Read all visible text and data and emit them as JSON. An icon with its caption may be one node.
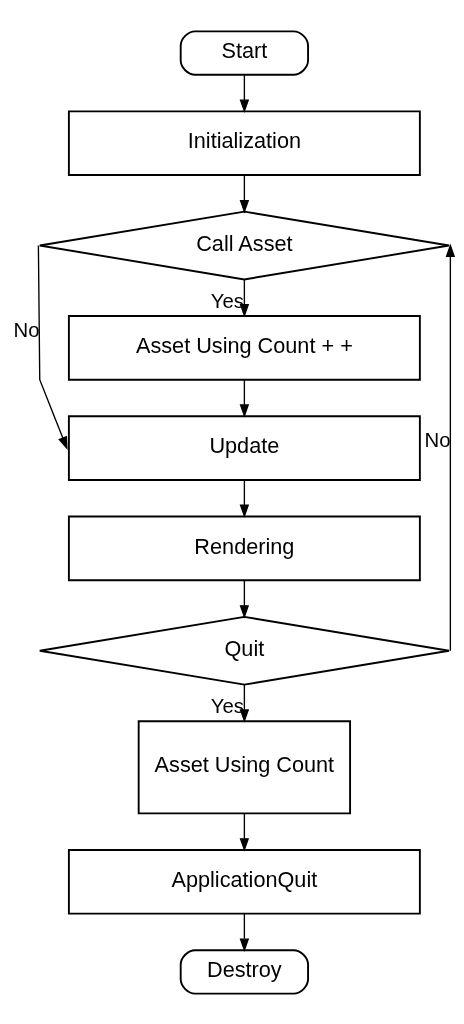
{
  "diagram": {
    "nodes": [
      {
        "text": [
          "Start"
        ]
      },
      {
        "text": [
          "Initialization"
        ]
      },
      {
        "text": [
          "Call Asset"
        ]
      },
      {
        "text": [
          "Asset Using Count + +"
        ]
      },
      {
        "text": [
          "Update"
        ]
      },
      {
        "text": [
          "Rendering"
        ]
      },
      {
        "text": [
          "Quit"
        ]
      },
      {
        "text": [
          "Asset Using Count"
        ]
      },
      {
        "text": [
          "ApplicationQuit"
        ]
      },
      {
        "text": [
          "Destroy"
        ]
      }
    ],
    "edges": [
      {
        "from": 0,
        "to": 1,
        "arrow": "to"
      },
      {
        "from": 1,
        "to": 2,
        "arrow": "to"
      },
      {
        "from": 2,
        "to": 3,
        "arrow": "to",
        "label": "Yes"
      },
      {
        "from": 2,
        "to": 4,
        "arrow": "to",
        "label": "No"
      },
      {
        "from": 3,
        "to": 4,
        "arrow": "to"
      },
      {
        "from": 4,
        "to": 5,
        "arrow": "to"
      },
      {
        "from": 5,
        "to": 6,
        "arrow": "to"
      },
      {
        "from": 6,
        "to": 2,
        "arrow": "to",
        "label": "No"
      },
      {
        "from": 6,
        "to": 7,
        "arrow": "to",
        "label": "Yes"
      },
      {
        "from": 7,
        "to": 8,
        "arrow": "to"
      },
      {
        "from": 8,
        "to": 9,
        "arrow": "to"
      }
    ]
  }
}
